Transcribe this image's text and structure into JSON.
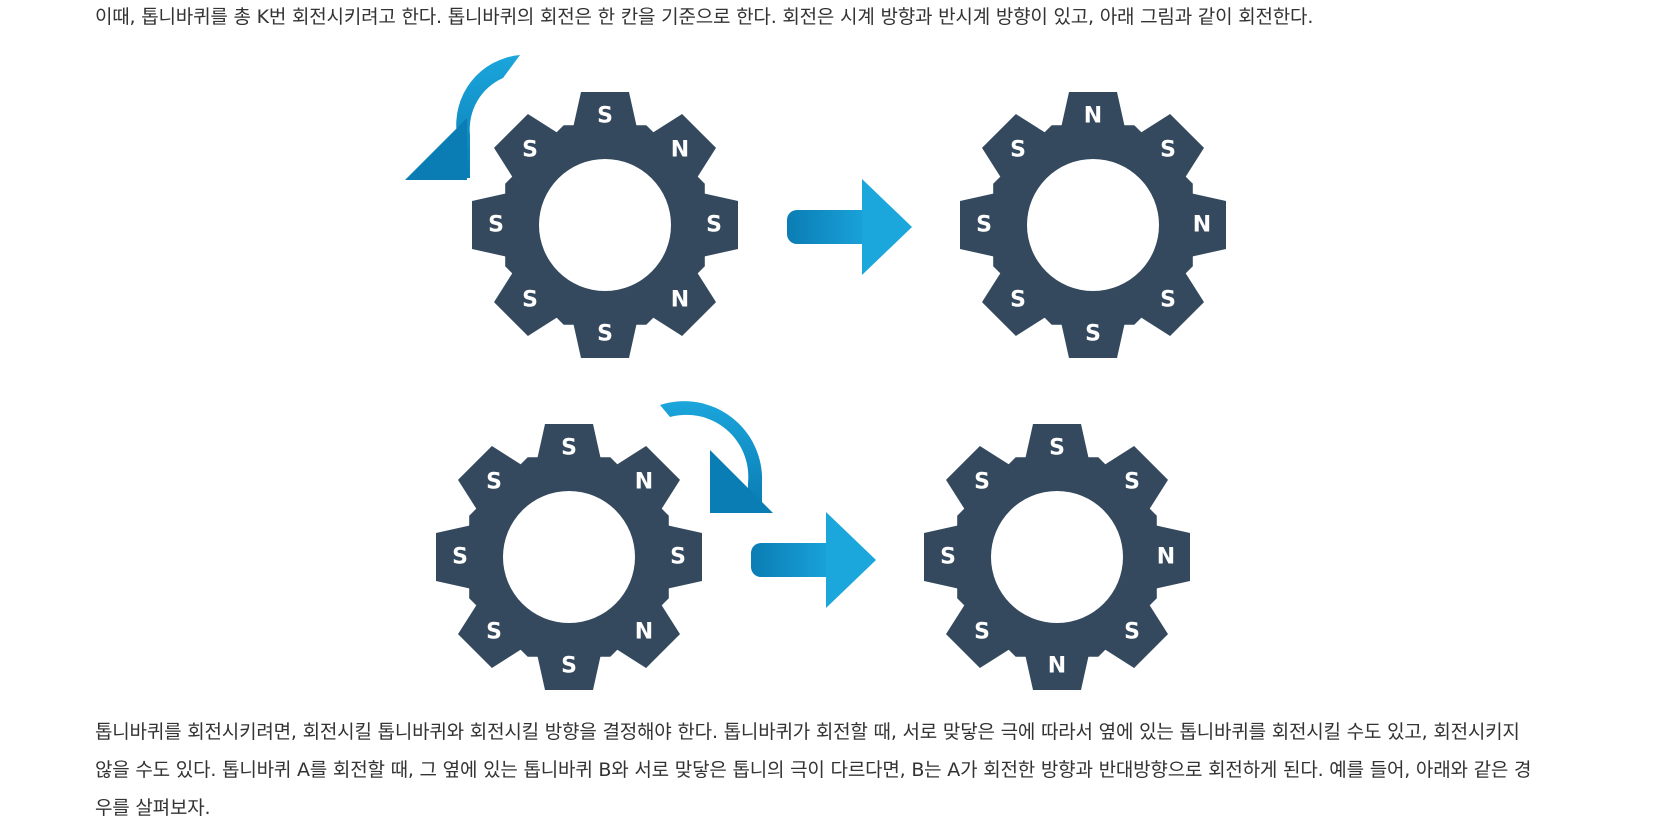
{
  "text": {
    "intro": "이때, 톱니바퀴를 총 K번 회전시키려고 한다. 톱니바퀴의 회전은 한 칸을 기준으로 한다. 회전은 시계 방향과 반시계 방향이 있고, 아래 그림과 같이 회전한다.",
    "body": "톱니바퀴를 회전시키려면, 회전시킬 톱니바퀴와 회전시킬 방향을 결정해야 한다. 톱니바퀴가 회전할 때, 서로 맞닿은 극에 따라서 옆에 있는 톱니바퀴를 회전시킬 수도 있고, 회전시키지 않을 수도 있다. 톱니바퀴 A를 회전할 때, 그 옆에 있는 톱니바퀴 B와 서로 맞닿은 톱니의 극이 다르다면, B는 A가 회전한 방향과 반대방향으로 회전하게 된다. 예를 들어, 아래와 같은 경우를 살펴보자."
  },
  "colors": {
    "gear": "#34495e",
    "arrow_light": "#1ba6dc",
    "arrow_dark": "#0a7db4",
    "text": "#333333"
  },
  "figure": {
    "row1": {
      "rotation": "counterclockwise",
      "before": {
        "poles": [
          "S",
          "N",
          "S",
          "N",
          "S",
          "S",
          "S",
          "S"
        ]
      },
      "after": {
        "poles": [
          "N",
          "S",
          "N",
          "S",
          "S",
          "S",
          "S",
          "S"
        ]
      }
    },
    "row2": {
      "rotation": "clockwise",
      "before": {
        "poles": [
          "S",
          "N",
          "S",
          "N",
          "S",
          "S",
          "S",
          "S"
        ]
      },
      "after": {
        "poles": [
          "S",
          "S",
          "N",
          "S",
          "N",
          "S",
          "S",
          "S"
        ]
      }
    }
  }
}
